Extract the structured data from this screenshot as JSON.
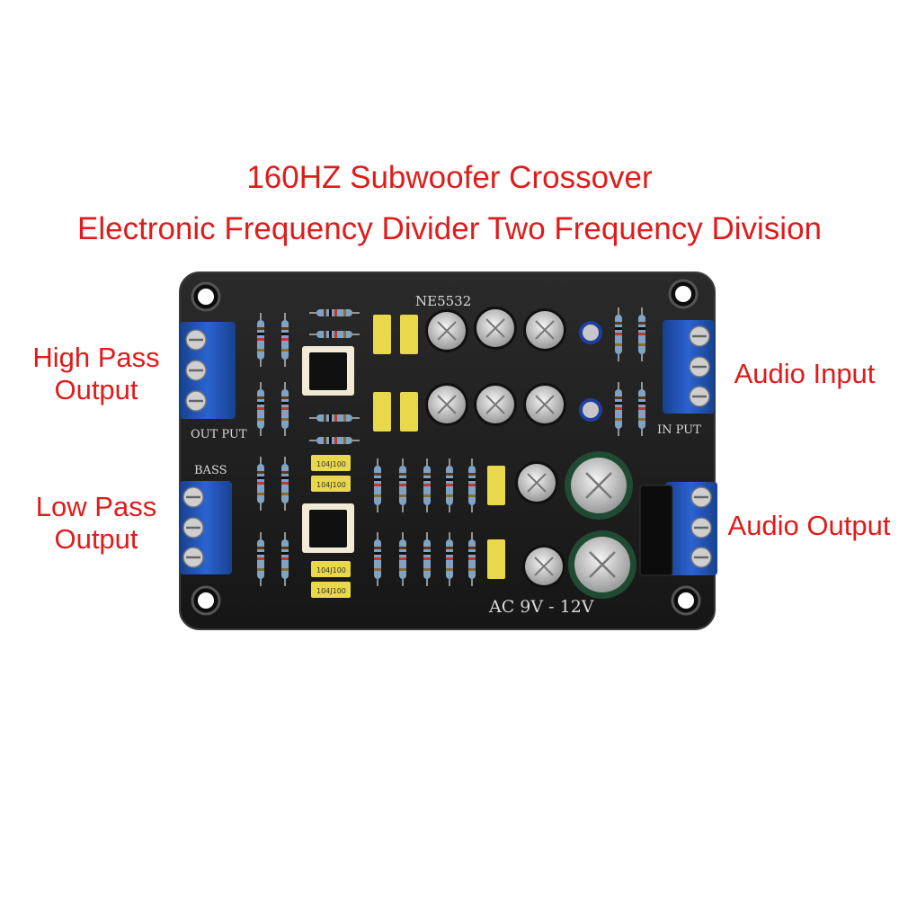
{
  "title": {
    "line1": "160HZ Subwoofer Crossover",
    "line2": "Electronic Frequency Divider Two Frequency Division"
  },
  "callouts": {
    "high_pass": "High Pass\nOutput",
    "low_pass": "Low Pass\nOutput",
    "audio_input": "Audio Input",
    "audio_output": "Audio Output"
  },
  "board": {
    "chip_label": "NE5532",
    "out_put": "OUT PUT",
    "in_put": "IN PUT",
    "bass": "BASS",
    "power": "AC 9V - 12V",
    "cap_code": "104J100"
  },
  "colors": {
    "text": "#e01b1b",
    "pcb": "#1b1b1b",
    "terminal": "#1f4fb5",
    "film_cap": "#e9d84a"
  }
}
